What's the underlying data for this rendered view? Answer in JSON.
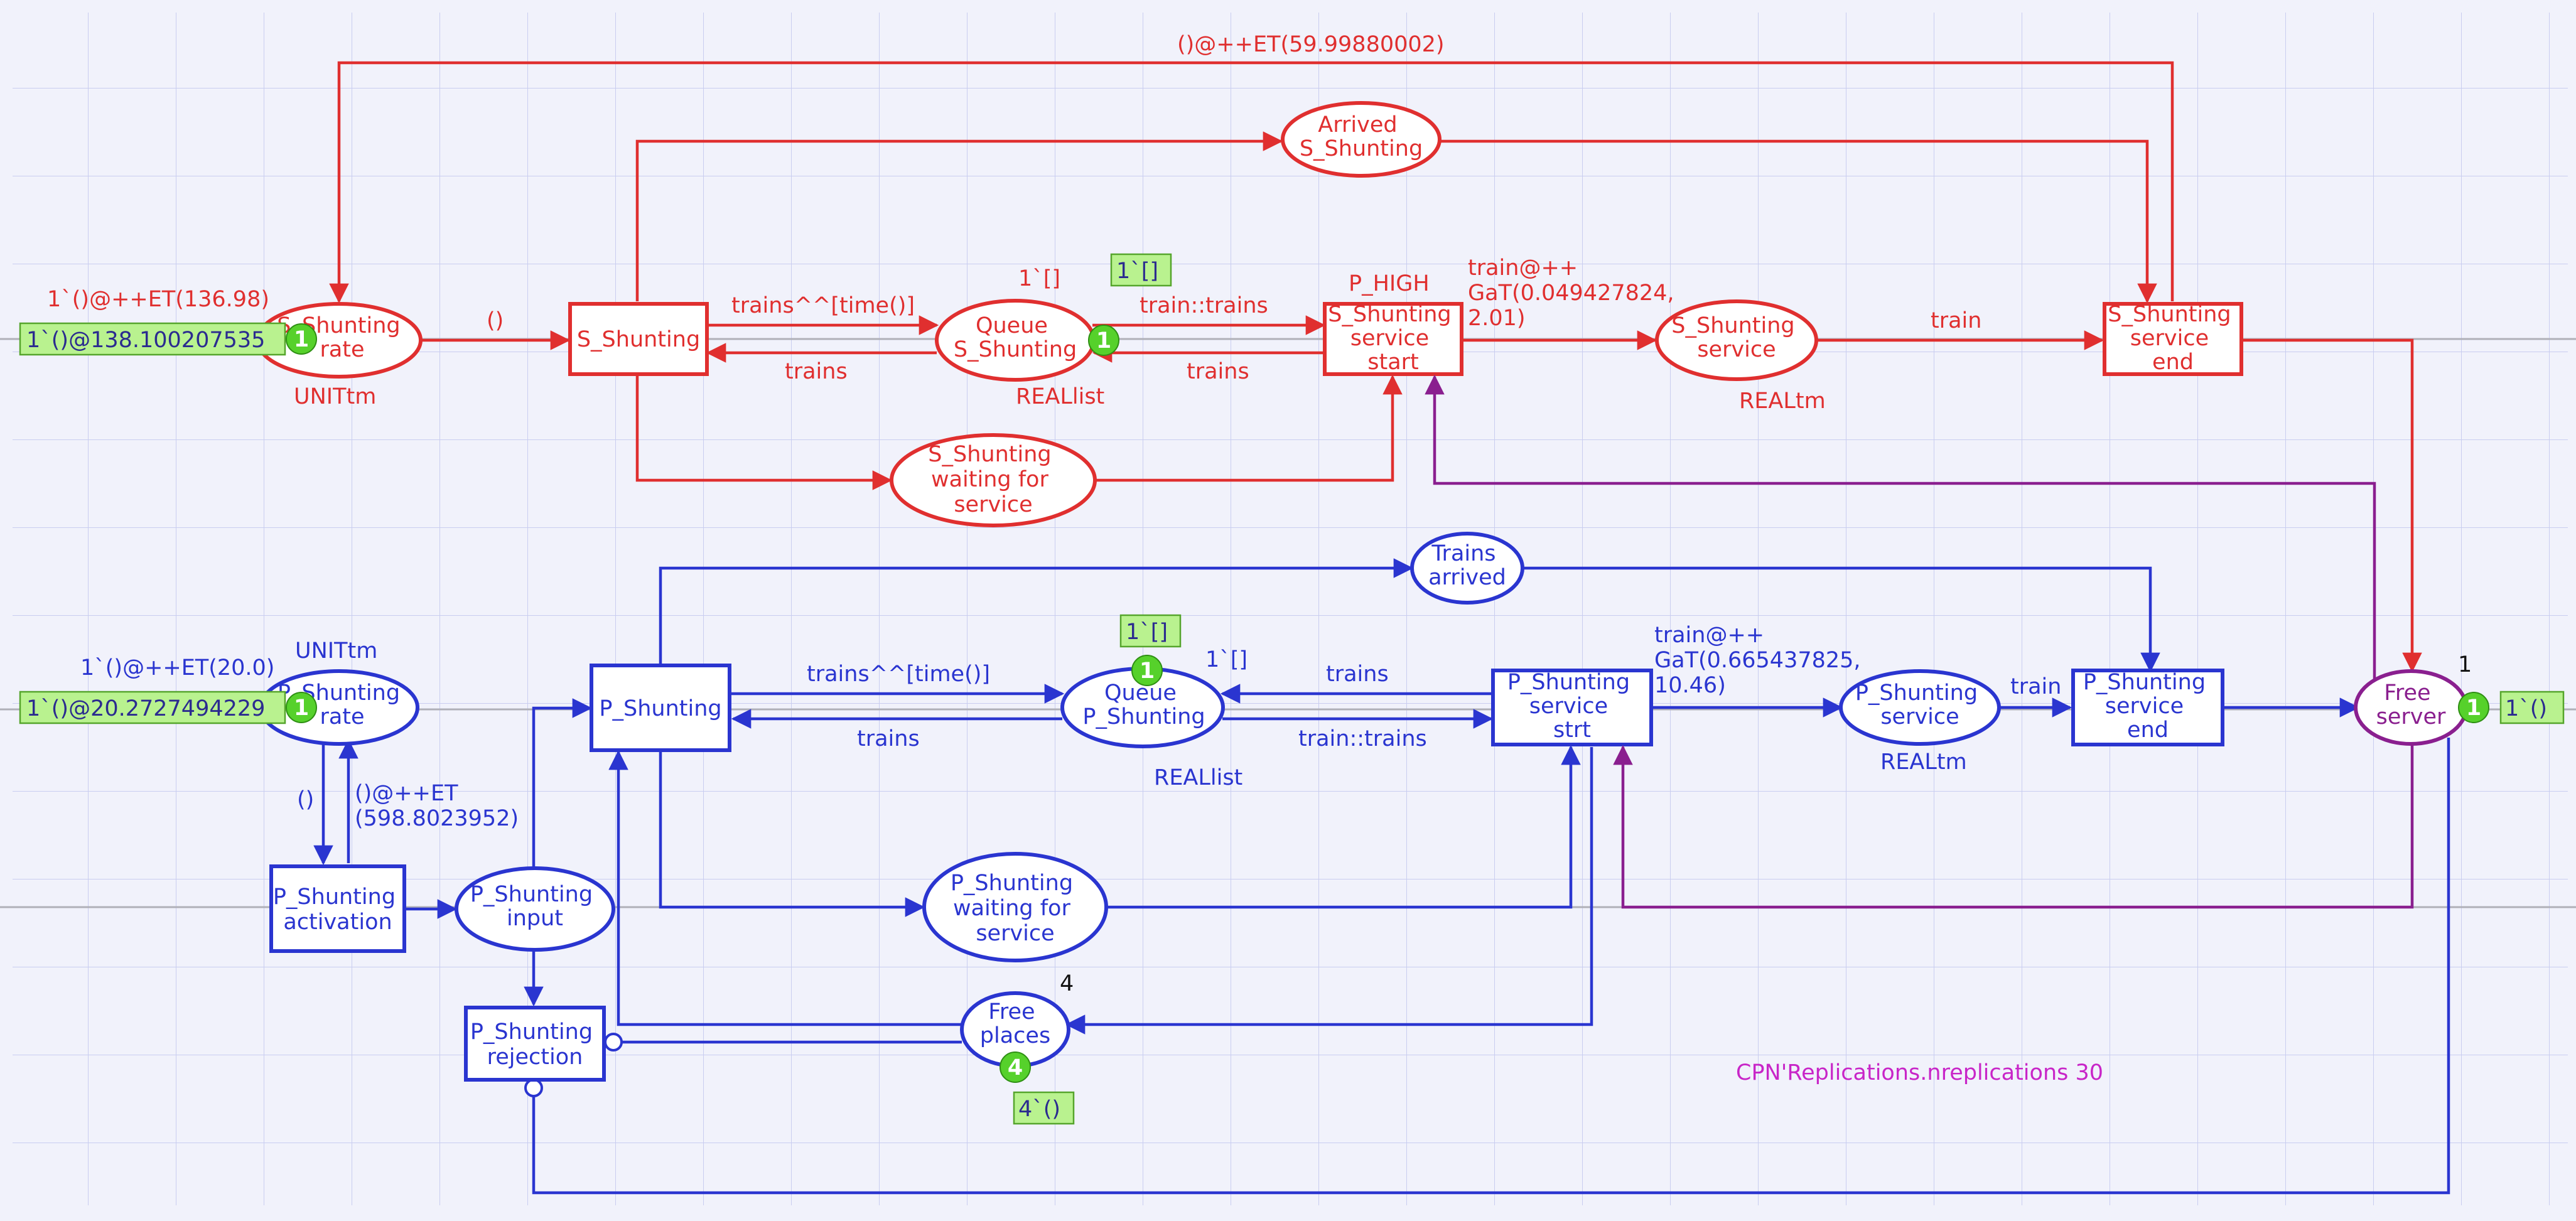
{
  "colors": {
    "background": "#f1f2fb",
    "grid": "#c9cdf0",
    "s_net": "#e02f2f",
    "p_net": "#2a35d0",
    "server": "#8a1f8f",
    "replications": "#c825c8",
    "marking": "#b9f28f",
    "token": "#56d12b"
  },
  "s_net": {
    "places": {
      "rate": {
        "label": [
          "S_Shunting",
          "rate"
        ],
        "type": "UNITtm",
        "initial_marking": "1`()@++ET(136.98)",
        "current_marking": "1`()@138.100207535",
        "tokens": "1"
      },
      "queue": {
        "label": [
          "Queue",
          "S_Shunting"
        ],
        "type": "REALlist",
        "initial_marking": "1`[]",
        "current_marking": "1`[]",
        "tokens": "1"
      },
      "arrived": {
        "label": [
          "Arrived",
          "S_Shunting"
        ]
      },
      "waiting": {
        "label": [
          "S_Shunting",
          "waiting for",
          "service"
        ]
      },
      "service": {
        "label": [
          "S_Shunting",
          "service"
        ],
        "type": "REALtm"
      }
    },
    "transitions": {
      "shunting": {
        "label": [
          "S_Shunting"
        ]
      },
      "service_start": {
        "label": [
          "S_Shunting",
          "service",
          "start"
        ],
        "priority": "P_HIGH"
      },
      "service_end": {
        "label": [
          "S_Shunting",
          "service",
          "end"
        ]
      }
    },
    "arcs": {
      "rate_to_shunting": "()",
      "shunting_to_queue": "trains^^[time()]",
      "queue_to_shunting": "trains",
      "queue_to_start": "train::trains",
      "start_to_queue": "trains",
      "start_to_service": [
        "train@++",
        "GaT(0.049427824,",
        "2.01)"
      ],
      "service_to_end": "train",
      "end_to_rate": "()@++ET(59.99880002)"
    }
  },
  "p_net": {
    "places": {
      "rate": {
        "label": [
          "P_Shunting",
          "rate"
        ],
        "type": "UNITtm",
        "initial_marking": "1`()@++ET(20.0)",
        "current_marking": "1`()@20.2727494229",
        "tokens": "1"
      },
      "queue": {
        "label": [
          "Queue",
          "P_Shunting"
        ],
        "type": "REALlist",
        "initial_marking": "1`[]",
        "current_marking": "1`[]",
        "tokens": "1"
      },
      "arrived": {
        "label": [
          "Trains",
          "arrived"
        ]
      },
      "waiting": {
        "label": [
          "P_Shunting",
          "waiting for",
          "service"
        ]
      },
      "service": {
        "label": [
          "P_Shunting",
          "service"
        ],
        "type": "REALtm"
      },
      "input": {
        "label": [
          "P_Shunting",
          "input"
        ]
      },
      "free_places": {
        "label": [
          "Free",
          "places"
        ],
        "initial_marking": "4",
        "current_marking": "4`()",
        "tokens": "4"
      }
    },
    "transitions": {
      "shunting": {
        "label": [
          "P_Shunting"
        ]
      },
      "activation": {
        "label": [
          "P_Shunting",
          "activation"
        ]
      },
      "rejection": {
        "label": [
          "P_Shunting",
          "rejection"
        ]
      },
      "service_strt": {
        "label": [
          "P_Shunting",
          "service",
          "strt"
        ]
      },
      "service_end": {
        "label": [
          "P_Shunting",
          "service",
          "end"
        ]
      }
    },
    "arcs": {
      "rate_to_activation": "()",
      "activation_to_rate": [
        "()@++ET",
        "(598.8023952)"
      ],
      "shunting_to_queue": "trains^^[time()]",
      "queue_to_shunting": "trains",
      "strt_to_queue": "trains",
      "queue_to_strt": "train::trains",
      "strt_to_service": [
        "train@++",
        "GaT(0.665437825,",
        "10.46)"
      ],
      "service_to_end": "train"
    }
  },
  "free_server": {
    "label": [
      "Free",
      "server"
    ],
    "initial_marking": "1",
    "current_marking": "1`()",
    "tokens": "1"
  },
  "replications_note": "CPN'Replications.nreplications 30"
}
